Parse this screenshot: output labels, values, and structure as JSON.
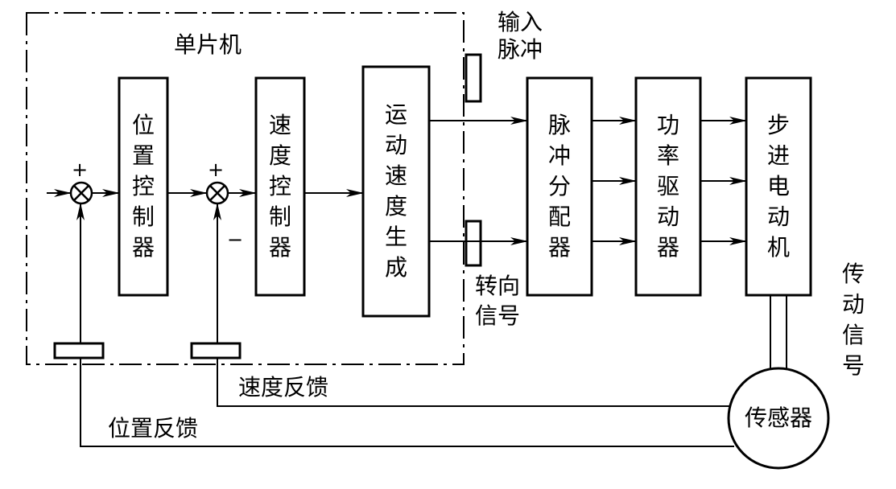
{
  "mcu_label": "单片机",
  "blocks": {
    "position_controller": "位置控制器",
    "speed_controller": "速度控制器",
    "motion_speed_gen": "运动速度生成",
    "pulse_distributor": "脉冲分配器",
    "power_driver": "功率驱动器",
    "stepper_motor": "步进电动机"
  },
  "signals": {
    "input_pulse_line1": "输入",
    "input_pulse_line2": "脉冲",
    "direction_line1": "转向",
    "direction_line2": "信号",
    "transmission_signal": "传动信号"
  },
  "sensor_label": "传感器",
  "speed_feedback": "速度反馈",
  "position_feedback": "位置反馈",
  "signs": {
    "plus": "+",
    "minus": "−"
  }
}
